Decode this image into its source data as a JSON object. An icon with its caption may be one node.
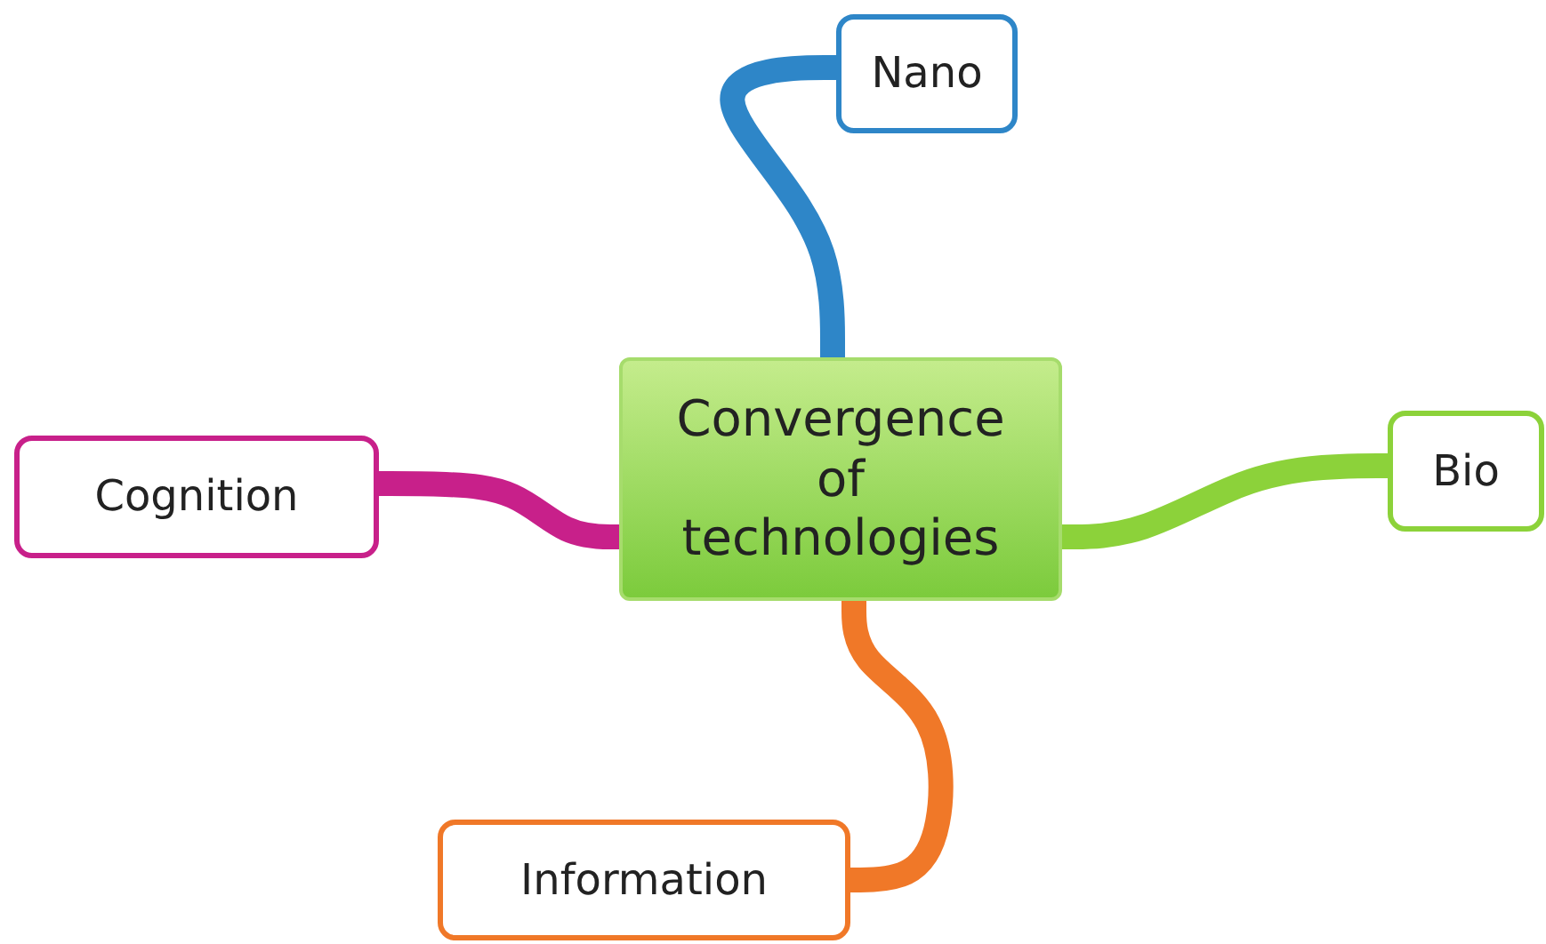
{
  "diagram": {
    "nodes": [
      {
        "text": [
          "Convergence of technologies"
        ]
      },
      {
        "text": [
          "Nano"
        ]
      },
      {
        "text": [
          "Bio"
        ]
      },
      {
        "text": [
          "Cognition"
        ]
      },
      {
        "text": [
          "Information"
        ]
      }
    ],
    "edges": [
      {
        "from": 0,
        "to": 1,
        "arrow": "none",
        "color": "#2e86c8"
      },
      {
        "from": 0,
        "to": 2,
        "arrow": "none",
        "color": "#8cd23a"
      },
      {
        "from": 0,
        "to": 3,
        "arrow": "none",
        "color": "#c8208a"
      },
      {
        "from": 0,
        "to": 4,
        "arrow": "none",
        "color": "#f07828"
      }
    ]
  }
}
